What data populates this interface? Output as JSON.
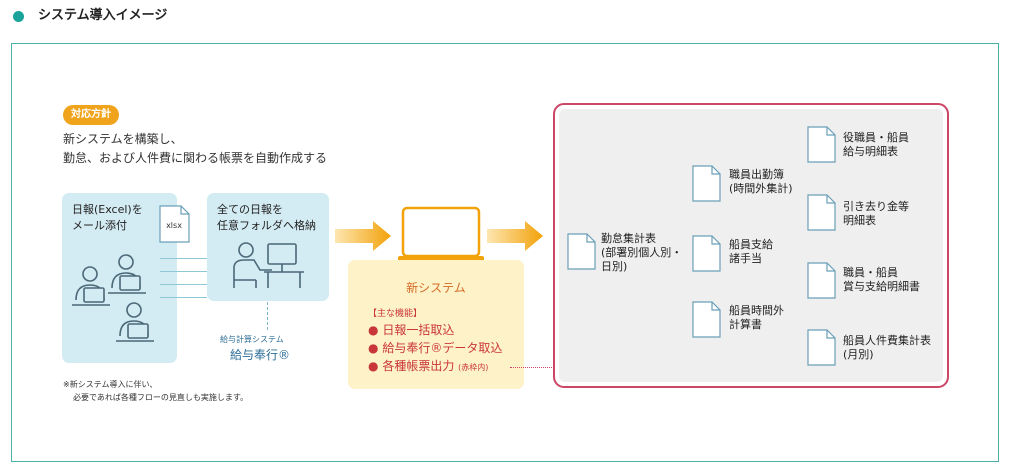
{
  "header": {
    "title": "システム導入イメージ"
  },
  "policy": {
    "badge": "対応方針",
    "lines": [
      "新システムを構築し、",
      "勤怠、および人件費に関わる帳票を自動作成する"
    ]
  },
  "input_panel": {
    "lines": [
      "日報(Excel)を",
      "メール添付"
    ],
    "file_label": "xlsx"
  },
  "storage_panel": {
    "lines": [
      "全ての日報を",
      "任意フォルダへ格納"
    ]
  },
  "payroll_system": {
    "caption": "給与計算システム",
    "name": "給与奉行®"
  },
  "new_system": {
    "title": "新システム",
    "functions_heading": "【主な機能】",
    "functions": [
      "日報一括取込",
      "給与奉行®データ取込",
      "各種帳票出力"
    ],
    "functions_note": "(赤枠内)"
  },
  "note": {
    "lines": [
      "※新システム導入に伴い、",
      "必要であれば各種フローの見直しも実施します。"
    ]
  },
  "outputs": {
    "attendance_summary": [
      "勤怠集計表",
      "(部署別個人別・",
      "日別)"
    ],
    "staff_attendance": [
      "職員出勤簿",
      "(時間外集計)"
    ],
    "crew_pay_notice": [
      "船員支給",
      "諸手当"
    ],
    "crew_overtime": [
      "船員時間外",
      "計算書"
    ],
    "exec_payslip": [
      "役職員・船員",
      "給与明細表"
    ],
    "deduction_detail": [
      "引き去り金等",
      "明細表"
    ],
    "bonus_payslip": [
      "職員・船員",
      "賞与支給明細書"
    ],
    "crew_labor_summary": [
      "船員人件費集計表",
      "(月別)"
    ]
  },
  "colors": {
    "accent_teal": "#1aa39a",
    "badge_orange": "#f0a41c",
    "arrow_orange": "#f2a20a",
    "panel_blue": "#d3ebf2",
    "panel_yellow": "#fef2c8",
    "function_red": "#c9363a",
    "output_frame": "#cc4667"
  }
}
